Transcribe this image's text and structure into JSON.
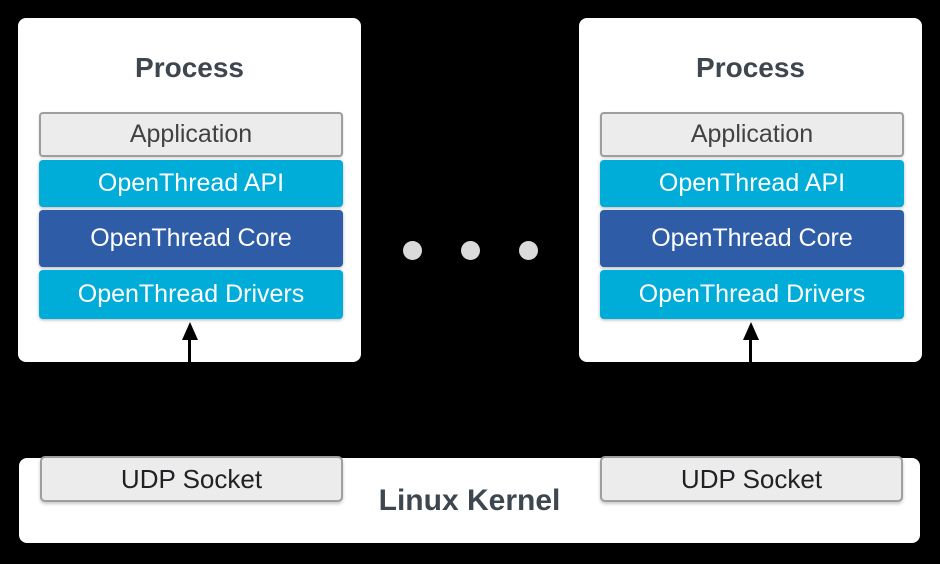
{
  "colors": {
    "background": "#000000",
    "panel_fill": "#FFFFFF",
    "cyan_layer": "#00ACD8",
    "core_blue_layer": "#2E5CA6",
    "gray_box_fill": "#ECECEC",
    "gray_box_border": "#9E9E9E",
    "heading_text": "#3E4750",
    "layer_white_text": "#FFFFFF",
    "application_text": "#424242",
    "udp_socket_text": "#202124",
    "ellipsis_dot": "#DBDBDB",
    "arrow": "#000000"
  },
  "processes": [
    {
      "title": "Process",
      "layers": [
        {
          "label": "Application",
          "color": "#ECECEC"
        },
        {
          "label": "OpenThread API",
          "color": "#00ACD8"
        },
        {
          "label": "OpenThread Core",
          "color": "#2E5CA6"
        },
        {
          "label": "OpenThread Drivers",
          "color": "#00ACD8"
        }
      ]
    },
    {
      "title": "Process",
      "layers": [
        {
          "label": "Application",
          "color": "#ECECEC"
        },
        {
          "label": "OpenThread API",
          "color": "#00ACD8"
        },
        {
          "label": "OpenThread Core",
          "color": "#2E5CA6"
        },
        {
          "label": "OpenThread Drivers",
          "color": "#00ACD8"
        }
      ]
    }
  ],
  "ellipsis": {
    "dot_count": 3
  },
  "kernel": {
    "label": "Linux Kernel",
    "sockets": [
      "UDP Socket",
      "UDP Socket"
    ]
  }
}
